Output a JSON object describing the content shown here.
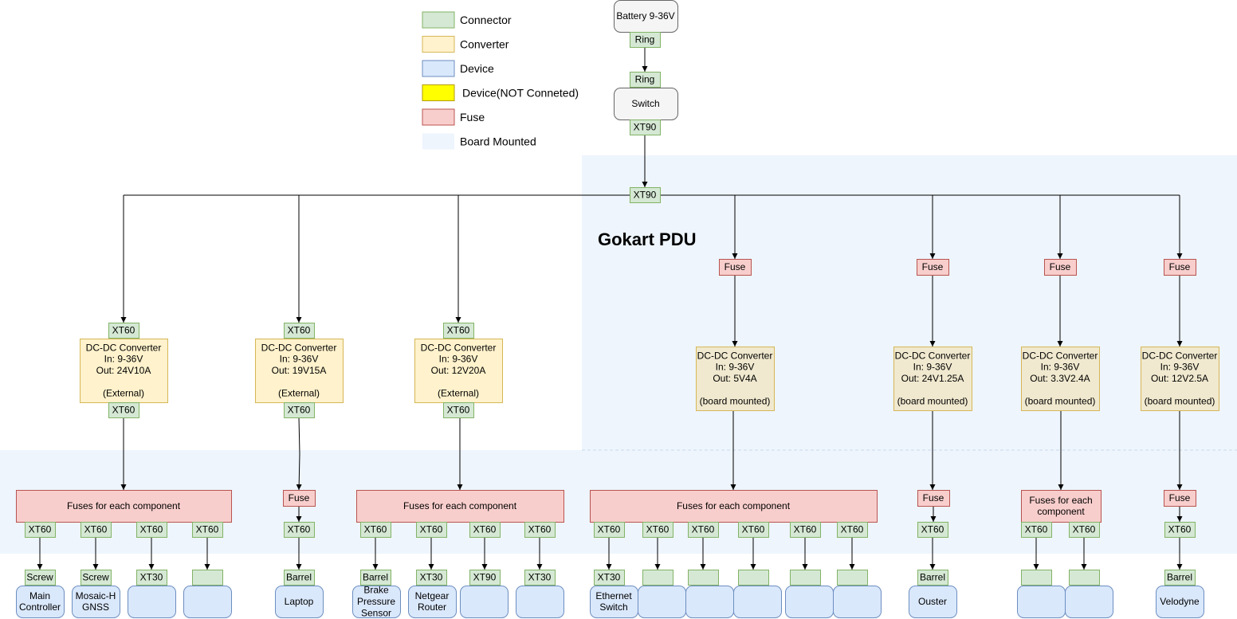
{
  "colors": {
    "connector": "#d5e8d4",
    "connector_border": "#82b366",
    "converter": "#fff2cc",
    "converter_border": "#d6b656",
    "converter_board": "#f0e9cf",
    "device": "#dae8fc",
    "device_border": "#6c8ebf",
    "device_nc": "#ffff00",
    "device_nc_border": "#b39b00",
    "fuse": "#f8cecc",
    "fuse_border": "#b85450",
    "board": "#eef5fd",
    "power": "#f5f5f5",
    "power_border": "#666666"
  },
  "legend": [
    {
      "type": "connector",
      "label": "Connector"
    },
    {
      "type": "converter",
      "label": "Converter"
    },
    {
      "type": "device",
      "label": "Device"
    },
    {
      "type": "device_nc",
      "label": "Device(NOT Conneted)"
    },
    {
      "type": "fuse",
      "label": "Fuse"
    },
    {
      "type": "board",
      "label": "Board Mounted"
    }
  ],
  "title": "Gokart PDU",
  "nodes": [
    {
      "id": "battery",
      "type": "power",
      "lines": [
        "Battery 9-36V"
      ]
    },
    {
      "id": "ring1",
      "type": "connector",
      "lines": [
        "Ring"
      ]
    },
    {
      "id": "ring2",
      "type": "connector",
      "lines": [
        "Ring"
      ]
    },
    {
      "id": "switch",
      "type": "power",
      "lines": [
        "Switch"
      ]
    },
    {
      "id": "xt90a",
      "type": "connector",
      "lines": [
        "XT90"
      ]
    },
    {
      "id": "xt90b",
      "type": "connector",
      "lines": [
        "XT90"
      ]
    },
    {
      "id": "c1_in",
      "type": "connector",
      "lines": [
        "XT60"
      ]
    },
    {
      "id": "c1",
      "type": "converter",
      "lines": [
        "DC-DC Converter",
        "In: 9-36V",
        "Out: 24V10A",
        "",
        "(External)"
      ]
    },
    {
      "id": "c1_out",
      "type": "connector",
      "lines": [
        "XT60"
      ]
    },
    {
      "id": "c2_in",
      "type": "connector",
      "lines": [
        "XT60"
      ]
    },
    {
      "id": "c2",
      "type": "converter",
      "lines": [
        "DC-DC Converter",
        "In: 9-36V",
        "Out: 19V15A",
        "",
        "(External)"
      ]
    },
    {
      "id": "c2_out",
      "type": "connector",
      "lines": [
        "XT60"
      ]
    },
    {
      "id": "c3_in",
      "type": "connector",
      "lines": [
        "XT60"
      ]
    },
    {
      "id": "c3",
      "type": "converter",
      "lines": [
        "DC-DC Converter",
        "In: 9-36V",
        "Out: 12V20A",
        "",
        "(External)"
      ]
    },
    {
      "id": "c3_out",
      "type": "connector",
      "lines": [
        "XT60"
      ]
    },
    {
      "id": "f4",
      "type": "fuse",
      "lines": [
        "Fuse"
      ]
    },
    {
      "id": "c4",
      "type": "converter_board",
      "lines": [
        "DC-DC Converter",
        "In: 9-36V",
        "Out: 5V4A",
        "",
        "(board mounted)"
      ]
    },
    {
      "id": "f5",
      "type": "fuse",
      "lines": [
        "Fuse"
      ]
    },
    {
      "id": "c5",
      "type": "converter_board",
      "lines": [
        "DC-DC Converter",
        "In: 9-36V",
        "Out: 24V1.25A",
        "",
        "(board mounted)"
      ]
    },
    {
      "id": "f6",
      "type": "fuse",
      "lines": [
        "Fuse"
      ]
    },
    {
      "id": "c6",
      "type": "converter_board",
      "lines": [
        "DC-DC Converter",
        "In: 9-36V",
        "Out: 3.3V2.4A",
        "",
        "(board mounted)"
      ]
    },
    {
      "id": "f7",
      "type": "fuse",
      "lines": [
        "Fuse"
      ]
    },
    {
      "id": "c7",
      "type": "converter_board",
      "lines": [
        "DC-DC Converter",
        "In: 9-36V",
        "Out: 12V2.5A",
        "",
        "(board mounted)"
      ]
    },
    {
      "id": "fa",
      "type": "fuse",
      "lines": [
        "Fuses for each component"
      ]
    },
    {
      "id": "fb",
      "type": "fuse",
      "lines": [
        "Fuse"
      ]
    },
    {
      "id": "fc",
      "type": "fuse",
      "lines": [
        "Fuses for each component"
      ]
    },
    {
      "id": "fd",
      "type": "fuse",
      "lines": [
        "Fuses for each component"
      ]
    },
    {
      "id": "fe",
      "type": "fuse",
      "lines": [
        "Fuse"
      ]
    },
    {
      "id": "ff",
      "type": "fuse",
      "lines": [
        "Fuses for each",
        "component"
      ]
    },
    {
      "id": "fg",
      "type": "fuse",
      "lines": [
        "Fuse"
      ]
    },
    {
      "id": "o1",
      "type": "connector",
      "lines": [
        "XT60"
      ]
    },
    {
      "id": "o2",
      "type": "connector",
      "lines": [
        "XT60"
      ]
    },
    {
      "id": "o3",
      "type": "connector",
      "lines": [
        "XT60"
      ]
    },
    {
      "id": "o4",
      "type": "connector",
      "lines": [
        "XT60"
      ]
    },
    {
      "id": "o5",
      "type": "connector",
      "lines": [
        "XT60"
      ]
    },
    {
      "id": "o6",
      "type": "connector",
      "lines": [
        "XT60"
      ]
    },
    {
      "id": "o7",
      "type": "connector",
      "lines": [
        "XT60"
      ]
    },
    {
      "id": "o8",
      "type": "connector",
      "lines": [
        "XT60"
      ]
    },
    {
      "id": "o9",
      "type": "connector",
      "lines": [
        "XT60"
      ]
    },
    {
      "id": "o10",
      "type": "connector",
      "lines": [
        "XT60"
      ]
    },
    {
      "id": "o11",
      "type": "connector",
      "lines": [
        "XT60"
      ]
    },
    {
      "id": "o12",
      "type": "connector",
      "lines": [
        "XT60"
      ]
    },
    {
      "id": "o13",
      "type": "connector",
      "lines": [
        "XT60"
      ]
    },
    {
      "id": "o14",
      "type": "connector",
      "lines": [
        "XT60"
      ]
    },
    {
      "id": "o15",
      "type": "connector",
      "lines": [
        "XT60"
      ]
    },
    {
      "id": "o16",
      "type": "connector",
      "lines": [
        "XT60"
      ]
    },
    {
      "id": "o17",
      "type": "connector",
      "lines": [
        "XT60"
      ]
    },
    {
      "id": "o18",
      "type": "connector",
      "lines": [
        "XT60"
      ]
    },
    {
      "id": "o19",
      "type": "connector",
      "lines": [
        "XT60"
      ]
    },
    {
      "id": "o20",
      "type": "connector",
      "lines": [
        "XT60"
      ]
    },
    {
      "id": "p1",
      "type": "connector",
      "lines": [
        "Screw"
      ]
    },
    {
      "id": "p2",
      "type": "connector",
      "lines": [
        "Screw"
      ]
    },
    {
      "id": "p3",
      "type": "connector",
      "lines": [
        "XT30"
      ]
    },
    {
      "id": "p4",
      "type": "connector",
      "lines": [
        ""
      ]
    },
    {
      "id": "p5",
      "type": "connector",
      "lines": [
        "Barrel"
      ]
    },
    {
      "id": "p6",
      "type": "connector",
      "lines": [
        "Barrel"
      ]
    },
    {
      "id": "p7",
      "type": "connector",
      "lines": [
        "XT30"
      ]
    },
    {
      "id": "p8",
      "type": "connector",
      "lines": [
        "XT90"
      ]
    },
    {
      "id": "p9",
      "type": "connector",
      "lines": [
        "XT30"
      ]
    },
    {
      "id": "p10",
      "type": "connector",
      "lines": [
        "XT30"
      ]
    },
    {
      "id": "p11",
      "type": "connector",
      "lines": [
        ""
      ]
    },
    {
      "id": "p12",
      "type": "connector",
      "lines": [
        ""
      ]
    },
    {
      "id": "p13",
      "type": "connector",
      "lines": [
        ""
      ]
    },
    {
      "id": "p14",
      "type": "connector",
      "lines": [
        ""
      ]
    },
    {
      "id": "p15",
      "type": "connector",
      "lines": [
        ""
      ]
    },
    {
      "id": "p16",
      "type": "connector",
      "lines": [
        "Barrel"
      ]
    },
    {
      "id": "p17",
      "type": "connector",
      "lines": [
        ""
      ]
    },
    {
      "id": "p18",
      "type": "connector",
      "lines": [
        ""
      ]
    },
    {
      "id": "p19",
      "type": "connector",
      "lines": [
        "Barrel"
      ]
    },
    {
      "id": "d1",
      "type": "device",
      "lines": [
        "Main",
        "Controller"
      ]
    },
    {
      "id": "d2",
      "type": "device",
      "lines": [
        "Mosaic-H",
        "GNSS"
      ]
    },
    {
      "id": "d3",
      "type": "device",
      "lines": [
        ""
      ]
    },
    {
      "id": "d4",
      "type": "device",
      "lines": [
        ""
      ]
    },
    {
      "id": "d5",
      "type": "device",
      "lines": [
        "Laptop"
      ]
    },
    {
      "id": "d6",
      "type": "device",
      "lines": [
        "Brake",
        "Pressure",
        "Sensor"
      ]
    },
    {
      "id": "d7",
      "type": "device",
      "lines": [
        "Netgear",
        "Router"
      ]
    },
    {
      "id": "d8",
      "type": "device",
      "lines": [
        ""
      ]
    },
    {
      "id": "d9",
      "type": "device",
      "lines": [
        ""
      ]
    },
    {
      "id": "d10",
      "type": "device",
      "lines": [
        "Ethernet",
        "Switch"
      ]
    },
    {
      "id": "d11",
      "type": "device",
      "lines": [
        ""
      ]
    },
    {
      "id": "d12",
      "type": "device",
      "lines": [
        ""
      ]
    },
    {
      "id": "d13",
      "type": "device",
      "lines": [
        ""
      ]
    },
    {
      "id": "d14",
      "type": "device",
      "lines": [
        ""
      ]
    },
    {
      "id": "d15",
      "type": "device",
      "lines": [
        ""
      ]
    },
    {
      "id": "d16",
      "type": "device",
      "lines": [
        "Ouster"
      ]
    },
    {
      "id": "d17",
      "type": "device",
      "lines": [
        ""
      ]
    },
    {
      "id": "d18",
      "type": "device",
      "lines": [
        ""
      ]
    },
    {
      "id": "d19",
      "type": "device",
      "lines": [
        "Velodyne"
      ]
    }
  ]
}
